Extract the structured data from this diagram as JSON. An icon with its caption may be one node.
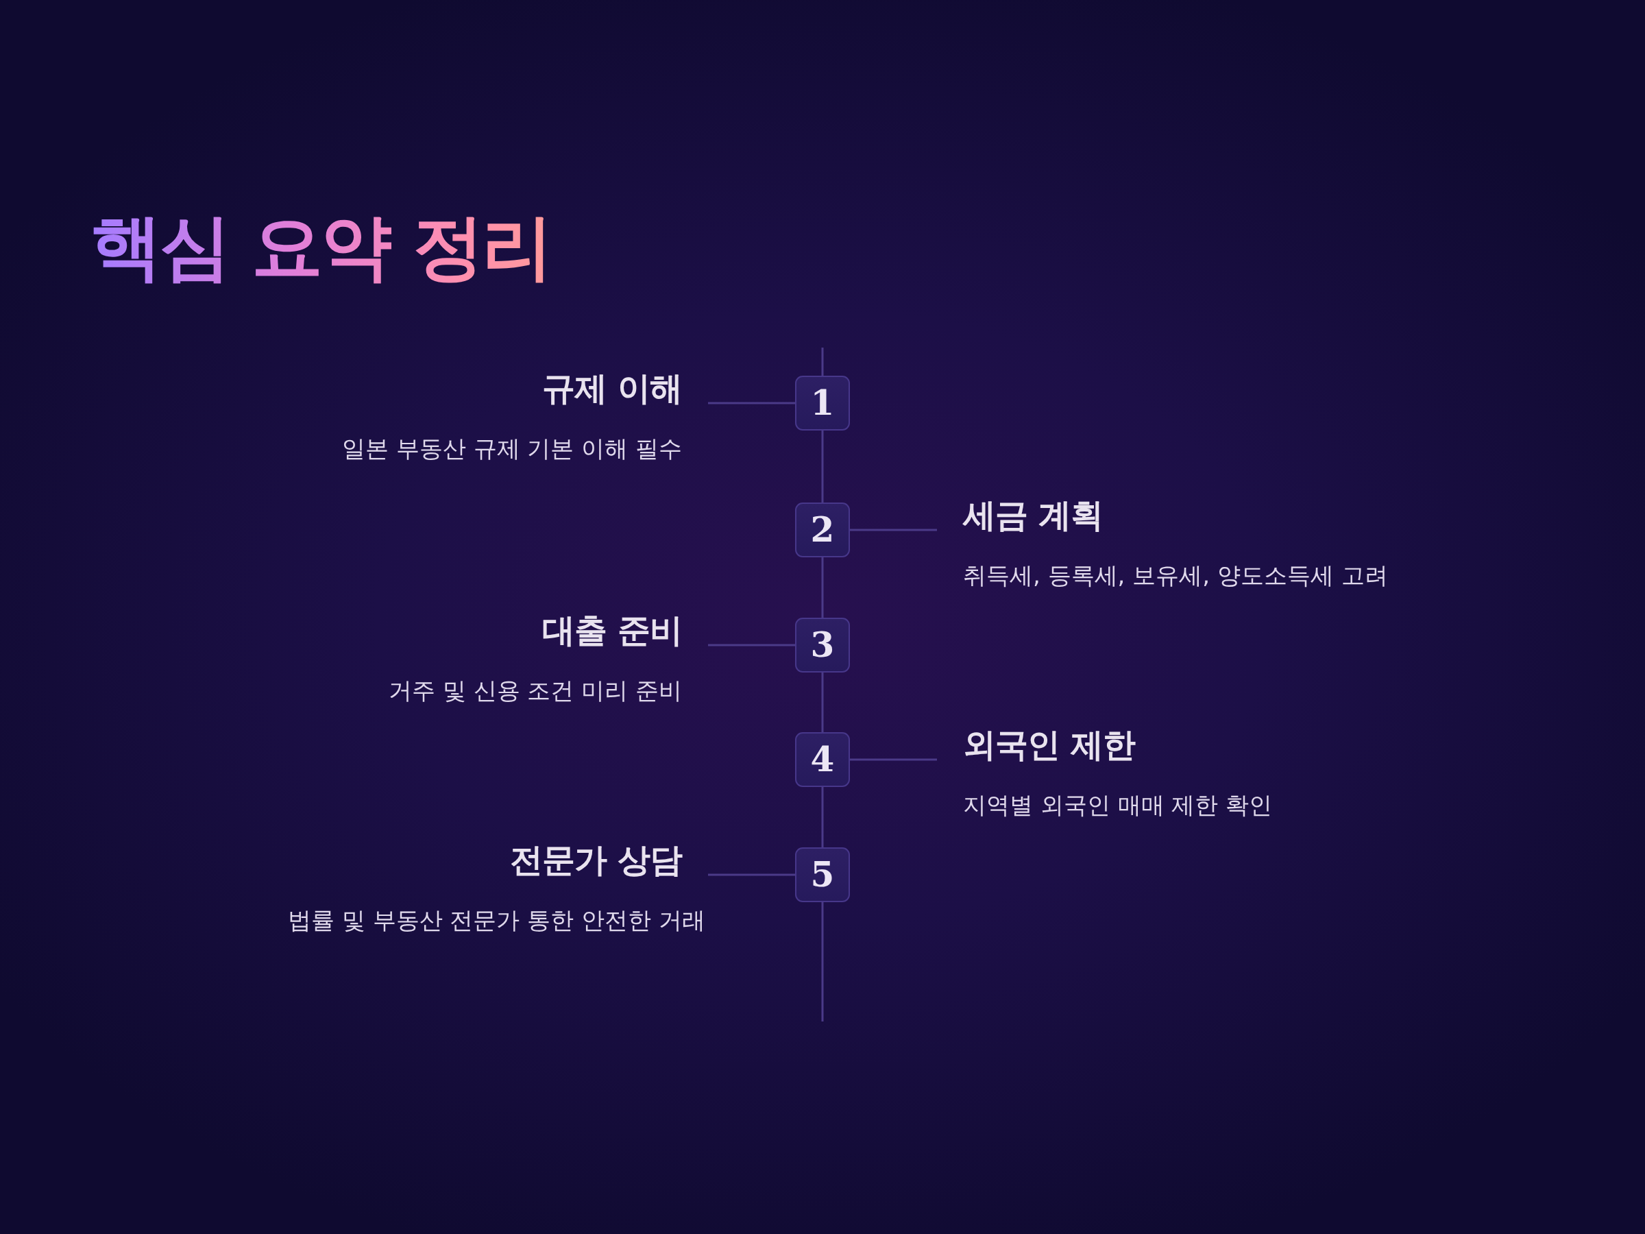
{
  "diagram": {
    "title": "핵심 요약 정리",
    "nodes": [
      {
        "text": [
          "1"
        ]
      },
      {
        "text": [
          "규제 이해",
          "일본 부동산 규제 기본 이해 필수"
        ]
      },
      {
        "text": [
          "2"
        ]
      },
      {
        "text": [
          "세금 계획",
          "취득세, 등록세, 보유세, 양도소득세 고려"
        ]
      },
      {
        "text": [
          "3"
        ]
      },
      {
        "text": [
          "대출 준비",
          "거주 및 신용 조건 미리 준비"
        ]
      },
      {
        "text": [
          "4"
        ]
      },
      {
        "text": [
          "외국인 제한",
          "지역별 외국인 매매 제한 확인"
        ]
      },
      {
        "text": [
          "5"
        ]
      },
      {
        "text": [
          "전문가 상담",
          "법률 및 부동산 전문가 통한 안전한 거래"
        ]
      }
    ],
    "edges": [
      {
        "from": 0,
        "to": 1,
        "arrow": "none"
      },
      {
        "from": 2,
        "to": 3,
        "arrow": "none"
      },
      {
        "from": 4,
        "to": 5,
        "arrow": "none"
      },
      {
        "from": 6,
        "to": 7,
        "arrow": "none"
      },
      {
        "from": 8,
        "to": 9,
        "arrow": "none"
      },
      {
        "from": 0,
        "to": 2,
        "arrow": "none"
      },
      {
        "from": 2,
        "to": 4,
        "arrow": "none"
      },
      {
        "from": 4,
        "to": 6,
        "arrow": "none"
      },
      {
        "from": 6,
        "to": 8,
        "arrow": "none"
      }
    ]
  }
}
